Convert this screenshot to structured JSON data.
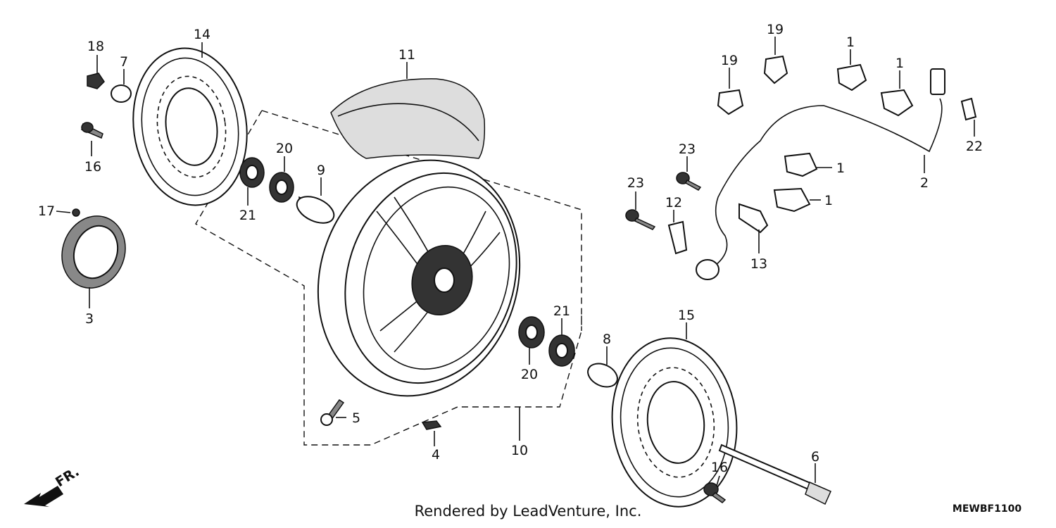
{
  "callouts": {
    "c1a": "1",
    "c1b": "1",
    "c1c": "1",
    "c1d": "1",
    "c2": "2",
    "c3": "3",
    "c4": "4",
    "c5": "5",
    "c6": "6",
    "c7": "7",
    "c8": "8",
    "c9": "9",
    "c10": "10",
    "c11": "11",
    "c12": "12",
    "c13": "13",
    "c14": "14",
    "c15": "15",
    "c16a": "16",
    "c16b": "16",
    "c17": "17",
    "c18": "18",
    "c19a": "19",
    "c19b": "19",
    "c20a": "20",
    "c20b": "20",
    "c21a": "21",
    "c21b": "21",
    "c22": "22",
    "c23a": "23",
    "c23b": "23"
  },
  "direction_marker": "FR.",
  "footer": "Rendered by LeadVenture, Inc.",
  "diagram_code": "MEWBF1100",
  "icons": {
    "direction_marker": "front-arrow-icon"
  }
}
